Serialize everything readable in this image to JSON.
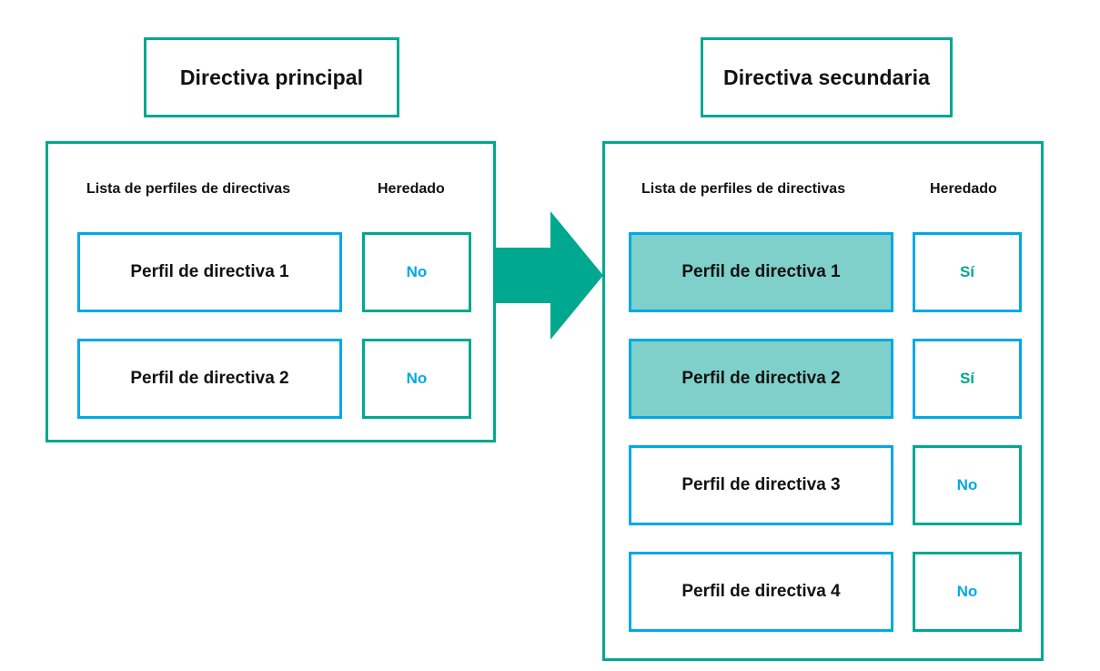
{
  "diagram": {
    "title_primary": "Directiva principal",
    "title_secondary": "Directiva secundaria",
    "arrow_icon": "right-arrow-icon",
    "colors": {
      "teal": "#00a88f",
      "blue": "#00a8e8",
      "highlight_fill": "#7fd0ca",
      "text": "#111111",
      "background": "#ffffff"
    }
  },
  "primary_panel": {
    "headers": {
      "list": "Lista de perfiles de directivas",
      "inherited": "Heredado"
    },
    "rows": [
      {
        "profile": "Perfil de directiva 1",
        "inherited": "No",
        "highlighted": false,
        "profile_border": "blue",
        "inherit_border": "teal",
        "inherit_text_color": "blue"
      },
      {
        "profile": "Perfil de directiva 2",
        "inherited": "No",
        "highlighted": false,
        "profile_border": "blue",
        "inherit_border": "teal",
        "inherit_text_color": "blue"
      }
    ]
  },
  "secondary_panel": {
    "headers": {
      "list": "Lista de perfiles de directivas",
      "inherited": "Heredado"
    },
    "rows": [
      {
        "profile": "Perfil de directiva 1",
        "inherited": "Sí",
        "highlighted": true,
        "profile_border": "blue",
        "inherit_border": "blue",
        "inherit_text_color": "teal"
      },
      {
        "profile": "Perfil de directiva 2",
        "inherited": "Sí",
        "highlighted": true,
        "profile_border": "blue",
        "inherit_border": "blue",
        "inherit_text_color": "teal"
      },
      {
        "profile": "Perfil de directiva 3",
        "inherited": "No",
        "highlighted": false,
        "profile_border": "blue",
        "inherit_border": "teal",
        "inherit_text_color": "blue"
      },
      {
        "profile": "Perfil de directiva 4",
        "inherited": "No",
        "highlighted": false,
        "profile_border": "blue",
        "inherit_border": "teal",
        "inherit_text_color": "blue"
      }
    ]
  }
}
